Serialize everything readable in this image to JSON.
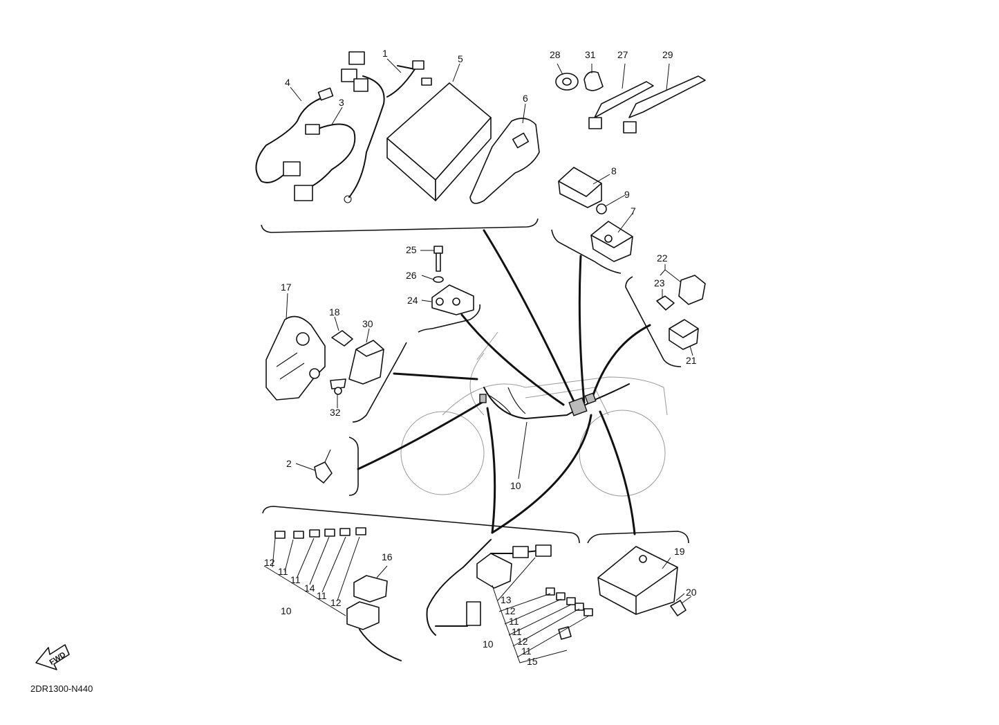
{
  "diagram": {
    "code": "2DR1300-N440",
    "fwd_label": "FWD",
    "callouts": {
      "c1": "1",
      "c2": "2",
      "c3": "3",
      "c4": "4",
      "c5": "5",
      "c6": "6",
      "c7": "7",
      "c8": "8",
      "c9": "9",
      "c10a": "10",
      "c10b": "10",
      "c10c": "10",
      "c11a": "11",
      "c11b": "11",
      "c11c": "11",
      "c11d": "11",
      "c11e": "11",
      "c11f": "11",
      "c12a": "12",
      "c12b": "12",
      "c12c": "12",
      "c12d": "12",
      "c13": "13",
      "c14": "14",
      "c15": "15",
      "c16": "16",
      "c17": "17",
      "c18": "18",
      "c19": "19",
      "c20": "20",
      "c21": "21",
      "c22": "22",
      "c23": "23",
      "c24": "24",
      "c25": "25",
      "c26": "26",
      "c27": "27",
      "c28": "28",
      "c29": "29",
      "c30": "30",
      "c31": "31",
      "c32": "32"
    }
  }
}
